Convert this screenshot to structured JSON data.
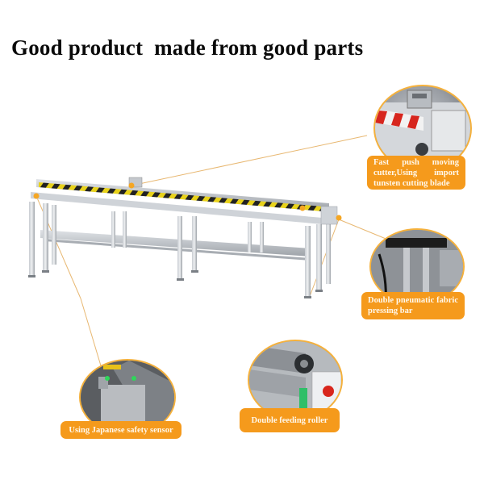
{
  "title": "Good product  made from good parts",
  "colors": {
    "accent_orange": "#f59a1c",
    "circle_border": "#f5b13c",
    "leader_line": "#e8b872",
    "title_text": "#0a0a0a",
    "frame_aluminum": "#b8bcc2",
    "hazard_yellow": "#e8d21a",
    "hazard_black": "#222222"
  },
  "product": {
    "name": "machine-frame-cutting-table",
    "features_count": 4
  },
  "callouts": [
    {
      "id": "cutter",
      "label": "Fast push moving cutter,Using import tunsten cutting blade",
      "icon": "cutter-closeup-icon"
    },
    {
      "id": "pressing-bar",
      "label": "Double pneumatic fabric pressing bar",
      "icon": "pressing-bar-closeup-icon"
    },
    {
      "id": "safety-sensor",
      "label": "Using Japanese safety sensor",
      "icon": "safety-sensor-closeup-icon"
    },
    {
      "id": "feeding-roller",
      "label": "Double feeding roller",
      "icon": "feeding-roller-closeup-icon"
    }
  ]
}
